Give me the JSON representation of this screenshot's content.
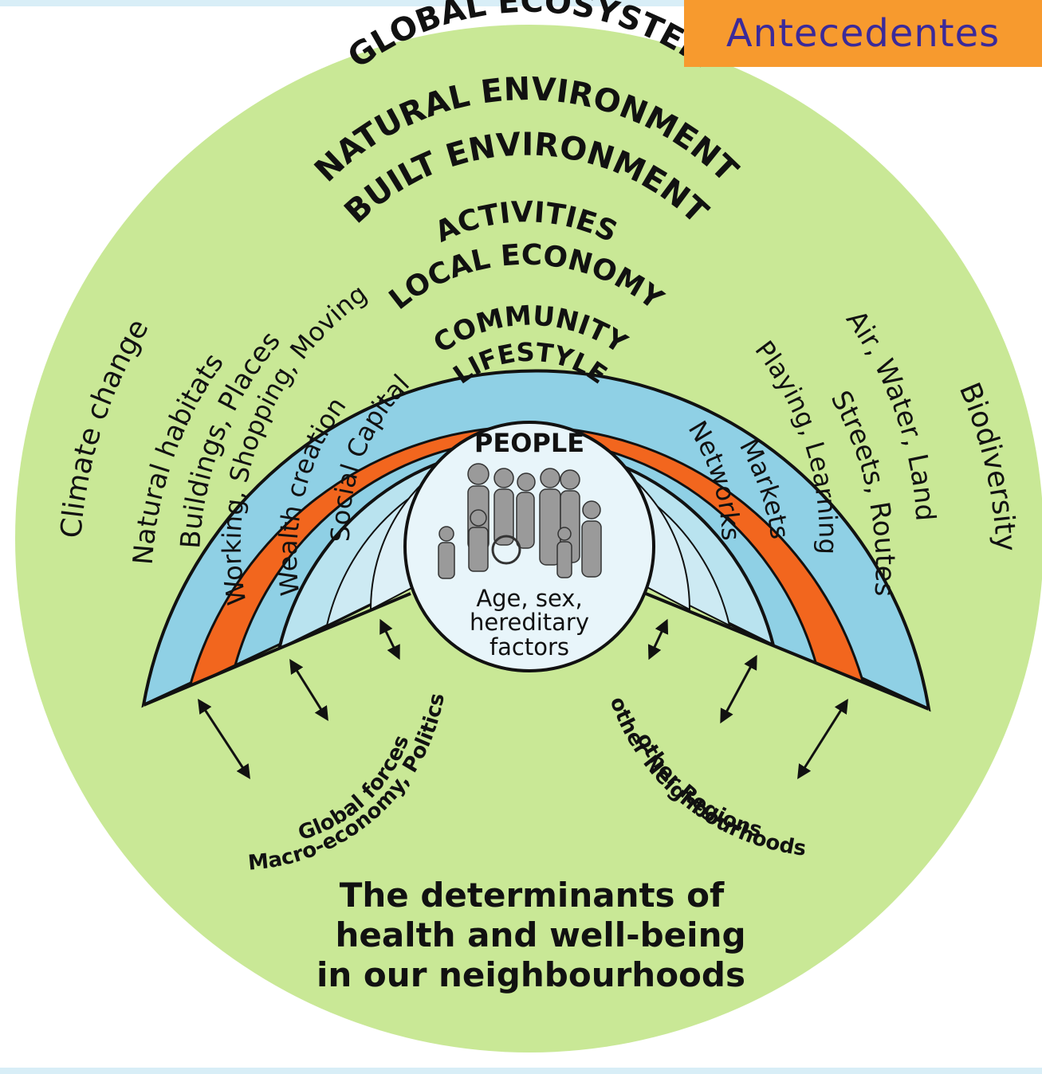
{
  "badge": {
    "label": "Antecedentes",
    "bg": "#f79a2e",
    "color": "#3b2a9a"
  },
  "colors": {
    "global": "#c9e896",
    "natural": "#8fd0e5",
    "built": "#f2661e",
    "activities": "#8fd0e5",
    "economy": "#b9e3ef",
    "community": "#cdeaf3",
    "lifestyle": "#ddf0f7",
    "people": "#e8f5fa"
  },
  "rings": {
    "global": {
      "title": "GLOBAL ECOSYSTEM",
      "left": "Climate change",
      "right": "Biodiversity"
    },
    "natural": {
      "title": "NATURAL ENVIRONMENT",
      "left": "Natural habitats",
      "right": "Air, Water, Land"
    },
    "built": {
      "title": "BUILT ENVIRONMENT",
      "left": "Buildings, Places",
      "right": "Streets, Routes"
    },
    "activities": {
      "title": "ACTIVITIES",
      "left": "Working, Shopping, Moving",
      "right": "Playing, Learning"
    },
    "economy": {
      "title": "LOCAL ECONOMY",
      "left": "Wealth creation",
      "right": "Markets"
    },
    "community": {
      "title": "COMMUNITY",
      "left": "Social Capital",
      "right": "Networks"
    },
    "lifestyle": {
      "title": "LIFESTYLE"
    },
    "people": {
      "title": "PEOPLE",
      "line1": "Age, sex,",
      "line2": "hereditary",
      "line3": "factors"
    }
  },
  "forces": {
    "left_line1": "Macro-economy, Politics",
    "left_line2": "Global forces",
    "right_line1": "other Neighbourhoods",
    "right_line2": "other Regions"
  },
  "caption": {
    "line1": "The determinants of",
    "line2": "health and well-being",
    "line3": "in our neighbourhoods"
  }
}
